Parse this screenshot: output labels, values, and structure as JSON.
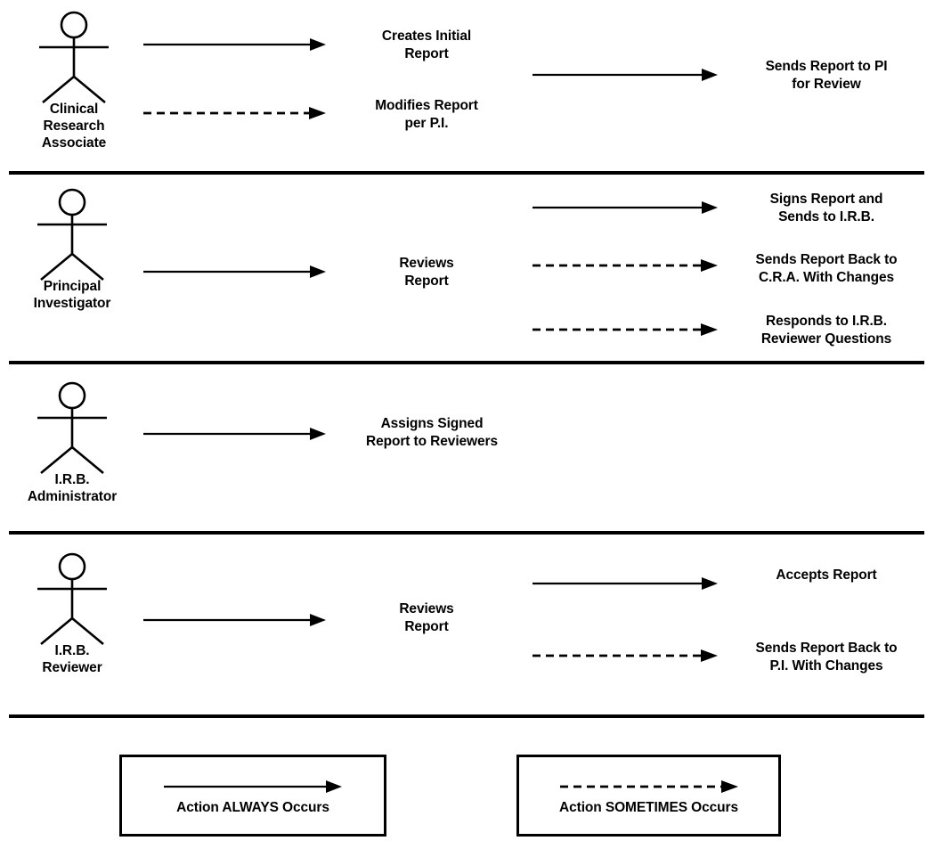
{
  "diagram": {
    "type": "swimlane-workflow",
    "title": "",
    "stroke_color": "#000000",
    "background_color": "#ffffff",
    "lanes": [
      {
        "id": "lane-clinical-research-associate",
        "actor": "Clinical\nResearch\nAssociate",
        "actor_icon": "stick-figure-icon",
        "actions": [
          {
            "id": "creates-initial-report",
            "label": "Creates Initial\nReport",
            "style": "always",
            "column": 1
          },
          {
            "id": "sends-report-to-pi",
            "label": "Sends Report to PI\nfor Review",
            "style": "always",
            "column": 2
          },
          {
            "id": "modifies-report-per-pi",
            "label": "Modifies Report\nper P.I.",
            "style": "sometimes",
            "column": 1
          }
        ]
      },
      {
        "id": "lane-principal-investigator",
        "actor": "Principal\nInvestigator",
        "actor_icon": "stick-figure-icon",
        "actions": [
          {
            "id": "reviews-report-pi",
            "label": "Reviews\nReport",
            "style": "always",
            "column": 1
          },
          {
            "id": "signs-report-sends-to-irb",
            "label": "Signs Report and\nSends to I.R.B.",
            "style": "always",
            "column": 2
          },
          {
            "id": "sends-report-back-to-cra",
            "label": "Sends Report Back to\nC.R.A. With Changes",
            "style": "sometimes",
            "column": 2
          },
          {
            "id": "responds-to-irb-questions",
            "label": "Responds to I.R.B.\nReviewer Questions",
            "style": "sometimes",
            "column": 2
          }
        ]
      },
      {
        "id": "lane-irb-administrator",
        "actor": "I.R.B.\nAdministrator",
        "actor_icon": "stick-figure-icon",
        "actions": [
          {
            "id": "assigns-signed-report",
            "label": "Assigns Signed\nReport to Reviewers",
            "style": "always",
            "column": 1
          }
        ]
      },
      {
        "id": "lane-irb-reviewer",
        "actor": "I.R.B.\nReviewer",
        "actor_icon": "stick-figure-icon",
        "actions": [
          {
            "id": "reviews-report-reviewer",
            "label": "Reviews\nReport",
            "style": "always",
            "column": 1
          },
          {
            "id": "accepts-report",
            "label": "Accepts Report",
            "style": "always",
            "column": 2
          },
          {
            "id": "sends-report-back-to-pi",
            "label": "Sends Report Back to\nP.I.  With Changes",
            "style": "sometimes",
            "column": 2
          }
        ]
      }
    ],
    "legend": [
      {
        "id": "legend-always",
        "label": "Action ALWAYS Occurs",
        "style": "always",
        "arrow_icon": "solid-arrow-icon"
      },
      {
        "id": "legend-sometimes",
        "label": "Action SOMETIMES Occurs",
        "style": "sometimes",
        "arrow_icon": "dashed-arrow-icon"
      }
    ]
  }
}
